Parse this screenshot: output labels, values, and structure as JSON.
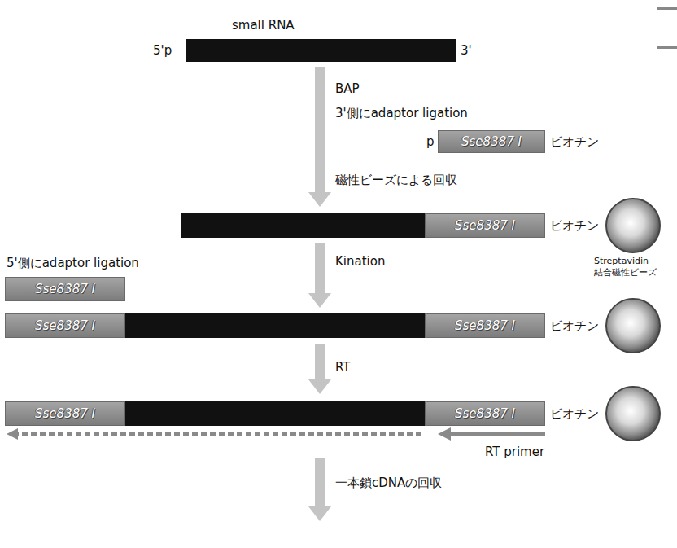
{
  "diagram": {
    "nodes": [
      {
        "text": [
          "Sse8387 I"
        ]
      },
      {
        "text": [
          "Sse8387 I"
        ]
      },
      {
        "text": [
          "Sse8387 I"
        ]
      },
      {
        "text": [
          "Sse8387 I"
        ]
      },
      {
        "text": [
          "Sse8387 I"
        ]
      },
      {
        "text": [
          "Sse8387 I"
        ]
      },
      {
        "text": [
          "Sse8387 I"
        ]
      }
    ],
    "labels": [
      "small RNA",
      "5'p",
      "3'",
      "BAP",
      "3'側にadaptor ligation",
      "p",
      "ビオチン",
      "磁性ビーズによる回収",
      "ビオチン",
      "Streptavidin 結合磁性ビーズ",
      "Kination",
      "5'側にadaptor ligation",
      "ビオチン",
      "RT",
      "ビオチン",
      "RT primer",
      "一本鎖cDNAの回収"
    ]
  }
}
